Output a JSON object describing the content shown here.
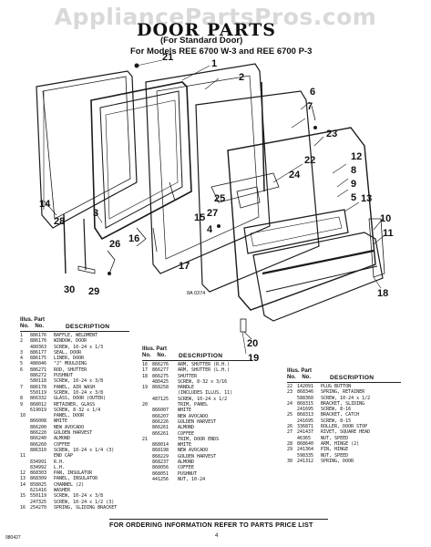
{
  "watermark": "AppliancePartsPros.com",
  "header": {
    "title": "DOOR PARTS",
    "subtitle": "(For Standard Door)",
    "models": "For Models REE 6700 W-3 and REE 6700 P-3"
  },
  "callouts": [
    "21",
    "1",
    "2",
    "6",
    "7",
    "23",
    "22",
    "24",
    "3",
    "25",
    "27",
    "12",
    "8",
    "9",
    "5",
    "13",
    "10",
    "11",
    "14",
    "28",
    "26",
    "16",
    "17",
    "18",
    "15",
    "4",
    "20",
    "19",
    "30",
    "29"
  ],
  "figure_code": "8A 0374",
  "table_headers": {
    "illus": "Illus.",
    "no": "No.",
    "part": "Part",
    "description": "DESCRIPTION"
  },
  "columns": [
    {
      "rows": [
        [
          "1",
          "886176",
          "BAFFLE, WELDMENT"
        ],
        [
          "2",
          "886176",
          "WINDOW, DOOR"
        ],
        [
          "",
          "480363",
          "SCREW, 10-24 x 1/3"
        ],
        [
          "3",
          "886177",
          "SEAL, DOOR"
        ],
        [
          "4",
          "886175",
          "LINER, DOOR"
        ],
        [
          "5",
          "486046",
          "\"J\" MOULDING"
        ],
        [
          "6",
          "886271",
          "ROD, SHUTTER"
        ],
        [
          "",
          "886272",
          "PUSHNUT"
        ],
        [
          "",
          "580118",
          "SCREW, 10-24 x 3/8"
        ],
        [
          "7",
          "886178",
          "PANEL, AIR WASH"
        ],
        [
          "",
          "550119",
          "SCREW, 10-24 x 3/8"
        ],
        [
          "8",
          "866332",
          "GLASS, DOOR (OUTER)"
        ],
        [
          "9",
          "868012",
          "RETAINER, GLASS"
        ],
        [
          "",
          "619019",
          "SCREW, 8-32 x 1/4"
        ],
        [
          "10",
          "",
          "PANEL, DOOR"
        ],
        [
          "",
          "866008",
          "WHITE"
        ],
        [
          "",
          "866200",
          "NEW AVOCADO"
        ],
        [
          "",
          "866220",
          "GOLDEN HARVEST"
        ],
        [
          "",
          "866240",
          "ALMOND"
        ],
        [
          "",
          "866260",
          "COFFEE"
        ],
        [
          "",
          "886310",
          "SCREW, 10-24 x 1/4 (3)"
        ],
        [
          "11",
          "",
          "END CAP"
        ],
        [
          "",
          "834991",
          "R.H."
        ],
        [
          "",
          "834992",
          "L.H."
        ],
        [
          "12",
          "868303",
          "PAN, INSULATOR"
        ],
        [
          "13",
          "868309",
          "PANEL, INSULATOR"
        ],
        [
          "14",
          "858025",
          "CHANNEL (2)"
        ],
        [
          "",
          "621416",
          "WASHER"
        ],
        [
          "15",
          "550119",
          "SCREW, 10-24 x 3/8"
        ],
        [
          "",
          "247325",
          "SCREW, 10-24 x 1/2 (3)"
        ],
        [
          "16",
          "254270",
          "SPRING, SLIDING BRACKET"
        ]
      ]
    },
    {
      "rows": [
        [
          "16",
          "866276",
          "ARM, SHUTTER (R.H.)"
        ],
        [
          "17",
          "866277",
          "ARM, SHUTTER (L.H.)"
        ],
        [
          "18",
          "866275",
          "SHUTTER"
        ],
        [
          "",
          "480425",
          "SCREW, 8-32 x 3/16"
        ],
        [
          "19",
          "868258",
          "HANDLE"
        ],
        [
          "",
          "",
          "(INCLUDES ILLUS. 11)"
        ],
        [
          "",
          "487125",
          "SCREW, 10-24 x 1/2"
        ],
        [
          "20",
          "",
          "TRIM, PANEL"
        ],
        [
          "",
          "866007",
          "WHITE"
        ],
        [
          "",
          "866207",
          "NEW AVOCADO"
        ],
        [
          "",
          "866226",
          "GOLDEN HARVEST"
        ],
        [
          "",
          "866261",
          "ALMOND"
        ],
        [
          "",
          "866261",
          "COFFEE"
        ],
        [
          "21",
          "",
          "TRIM, DOOR ENDS"
        ],
        [
          "",
          "868014",
          "WHITE"
        ],
        [
          "",
          "868198",
          "NEW AVOCADO"
        ],
        [
          "",
          "868229",
          "GOLDEN HARVEST"
        ],
        [
          "",
          "868237",
          "ALMOND"
        ],
        [
          "",
          "868056",
          "COFFEE"
        ],
        [
          "",
          "868051",
          "PUSHNUT"
        ],
        [
          "",
          "441256",
          "NUT, 10-24"
        ]
      ]
    },
    {
      "rows": [
        [
          "22",
          "142091",
          "PLUG BUTTON"
        ],
        [
          "23",
          "868346",
          "SPRING, RETAINER"
        ],
        [
          "",
          "588360",
          "SCREW, 10-24 x 1/2"
        ],
        [
          "24",
          "868315",
          "BRACKET, SLIDING"
        ],
        [
          "",
          "241695",
          "SCREW, 8-16"
        ],
        [
          "25",
          "868313",
          "BRACKET, CATCH"
        ],
        [
          "",
          "241695",
          "SCREW, 8-15"
        ],
        [
          "26",
          "336871",
          "ROLLER, DOOR STOP"
        ],
        [
          "27",
          "241437",
          "RIVET, SQUARE HEAD"
        ],
        [
          "",
          "46365",
          "NUT, SPEED"
        ],
        [
          "28",
          "868640",
          "ARM, HINGE (2)"
        ],
        [
          "29",
          "241364",
          "PIN, HINGE"
        ],
        [
          "",
          "598335",
          "NUT, SPEED"
        ],
        [
          "30",
          "241312",
          "SPRING, DOOR"
        ]
      ]
    }
  ],
  "footer": {
    "note": "FOR ORDERING INFORMATION REFER TO PARTS PRICE LIST",
    "page_code": "980427",
    "page_number": "4"
  }
}
